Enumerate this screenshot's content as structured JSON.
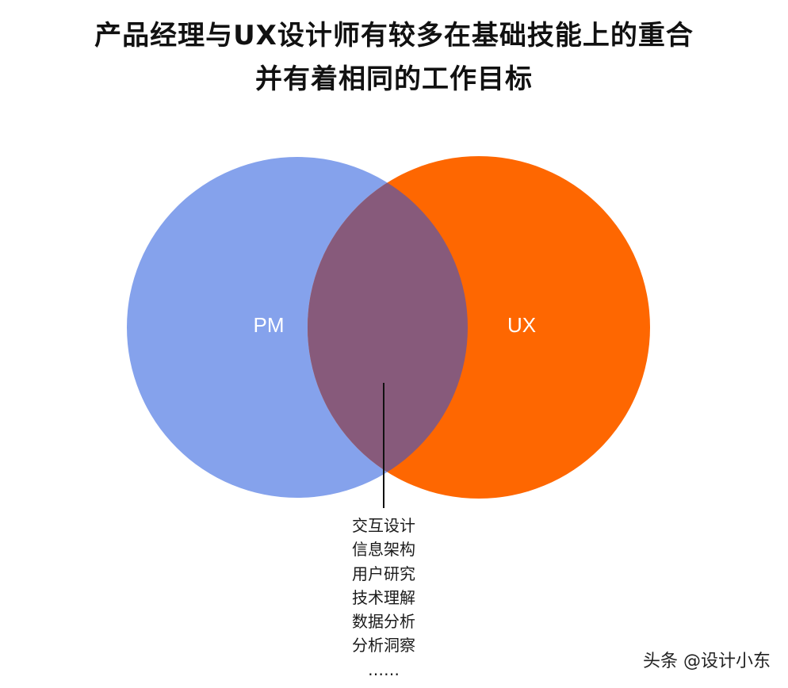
{
  "title": {
    "line1": "产品经理与UX设计师有较多在基础技能上的重合",
    "line2": "并有着相同的工作目标"
  },
  "venn": {
    "left_label": "PM",
    "right_label": "UX",
    "colors": {
      "left": "#85a2ec",
      "right": "#fe6701",
      "overlap": "#875a7b",
      "leader_line": "#111111"
    }
  },
  "overlap_skills": [
    "交互设计",
    "信息架构",
    "用户研究",
    "技术理解",
    "数据分析",
    "分析洞察",
    "……"
  ],
  "watermark": "头条 @设计小东"
}
